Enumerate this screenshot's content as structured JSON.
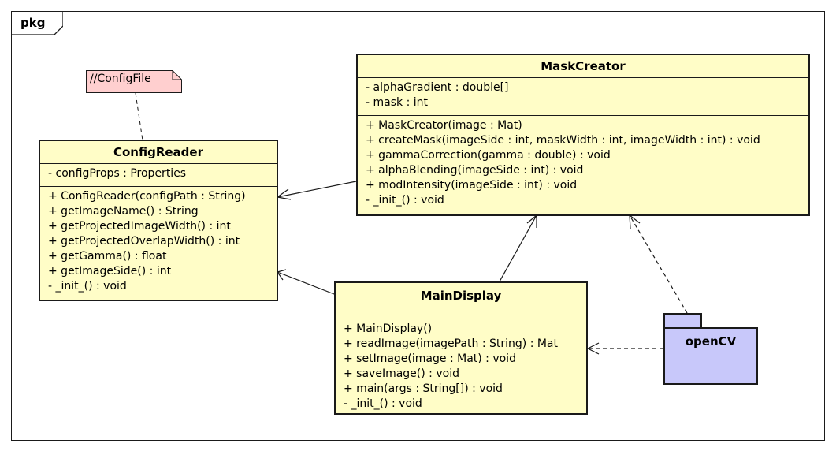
{
  "frame": {
    "label": "pkg"
  },
  "note": {
    "text": "//ConfigFile"
  },
  "classes": {
    "config_reader": {
      "name": "ConfigReader",
      "attributes": [
        "- configProps : Properties"
      ],
      "operations": [
        {
          "text": "+ ConfigReader(configPath : String)",
          "static": false
        },
        {
          "text": "+ getImageName() : String",
          "static": false
        },
        {
          "text": "+ getProjectedImageWidth() : int",
          "static": false
        },
        {
          "text": "+ getProjectedOverlapWidth() : int",
          "static": false
        },
        {
          "text": "+ getGamma() : float",
          "static": false
        },
        {
          "text": "+ getImageSide() : int",
          "static": false
        },
        {
          "text": "- _init_() : void",
          "static": false
        }
      ]
    },
    "mask_creator": {
      "name": "MaskCreator",
      "attributes": [
        "- alphaGradient : double[]",
        "- mask : int"
      ],
      "operations": [
        {
          "text": "+ MaskCreator(image : Mat)",
          "static": false
        },
        {
          "text": "+ createMask(imageSide : int, maskWidth : int, imageWidth : int) : void",
          "static": false
        },
        {
          "text": "+ gammaCorrection(gamma : double) : void",
          "static": false
        },
        {
          "text": "+ alphaBlending(imageSide : int) : void",
          "static": false
        },
        {
          "text": "+ modIntensity(imageSide : int) : void",
          "static": false
        },
        {
          "text": "- _init_() : void",
          "static": false
        }
      ]
    },
    "main_display": {
      "name": "MainDisplay",
      "attributes": [],
      "operations": [
        {
          "text": "+ MainDisplay()",
          "static": false
        },
        {
          "text": "+ readImage(imagePath : String) : Mat",
          "static": false
        },
        {
          "text": "+ setImage(image : Mat) : void",
          "static": false
        },
        {
          "text": "+ saveImage() : void",
          "static": false
        },
        {
          "text": "+ main(args : String[]) : void",
          "static": true
        },
        {
          "text": "- _init_() : void",
          "static": false
        }
      ]
    }
  },
  "package": {
    "name": "openCV"
  },
  "colors": {
    "class_fill": "#fffdc7",
    "note_fill": "#ffcfcf",
    "package_fill": "#c8c8fa",
    "line": "#1a1a1a"
  }
}
